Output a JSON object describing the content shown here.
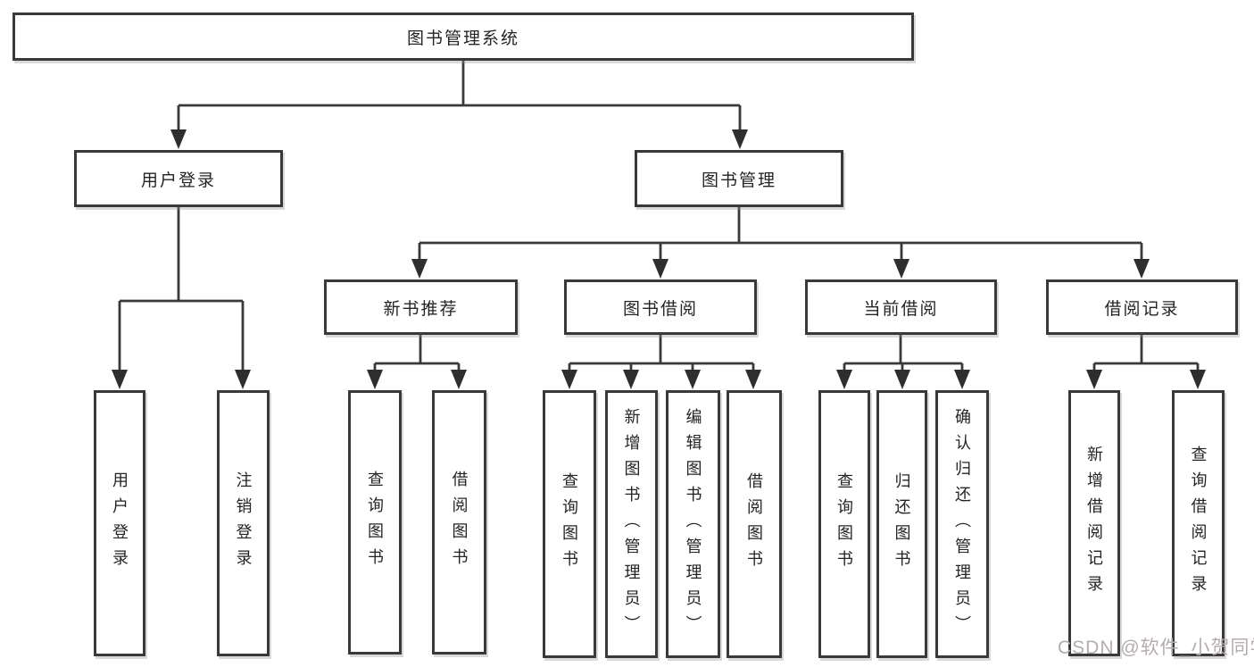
{
  "diagram": {
    "tree": {
      "label": "图书管理系统",
      "children": [
        {
          "label": "用户登录",
          "children": [
            {
              "label": "用户登录"
            },
            {
              "label": "注销登录"
            }
          ]
        },
        {
          "label": "图书管理",
          "children": [
            {
              "label": "新书推荐",
              "children": [
                {
                  "label": "查询图书"
                },
                {
                  "label": "借阅图书"
                }
              ]
            },
            {
              "label": "图书借阅",
              "children": [
                {
                  "label": "查询图书"
                },
                {
                  "label": "新增图书（管理员）"
                },
                {
                  "label": "编辑图书（管理员）"
                },
                {
                  "label": "借阅图书"
                }
              ]
            },
            {
              "label": "当前借阅",
              "children": [
                {
                  "label": "查询图书"
                },
                {
                  "label": "归还图书"
                },
                {
                  "label": "确认归还（管理员）"
                }
              ]
            },
            {
              "label": "借阅记录",
              "children": [
                {
                  "label": "新增借阅记录"
                },
                {
                  "label": "查询借阅记录"
                }
              ]
            }
          ]
        }
      ]
    },
    "colors": {
      "line": "#39393b",
      "box_border": "#39393b",
      "text": "#242427",
      "watermark": "#b5acac",
      "background": "#ffffff"
    },
    "watermark": {
      "text": "CSDN @软件_小贺同学"
    }
  }
}
